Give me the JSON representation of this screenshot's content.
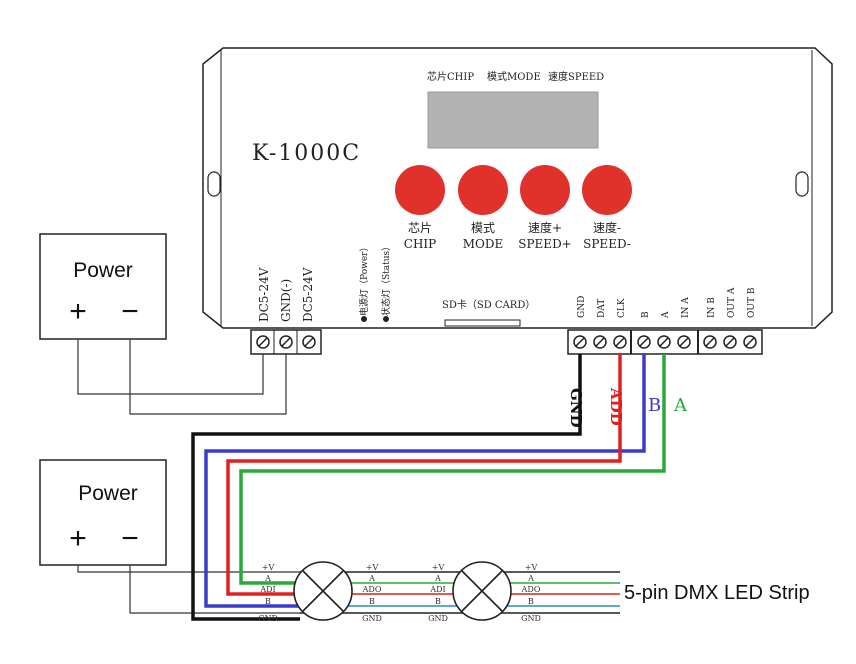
{
  "controller": {
    "model": "K-1000C",
    "display_labels": [
      "芯片CHIP",
      "模式MODE",
      "速度SPEED"
    ],
    "buttons": [
      {
        "cn": "芯片",
        "en": "CHIP",
        "color": "#e0322b"
      },
      {
        "cn": "模式",
        "en": "MODE",
        "color": "#e0322b"
      },
      {
        "cn": "速度+",
        "en": "SPEED+",
        "color": "#e0322b"
      },
      {
        "cn": "速度-",
        "en": "SPEED-",
        "color": "#e0322b"
      }
    ],
    "power_terminals": [
      "DC5-24V",
      "GND(-)",
      "DC5-24V"
    ],
    "indicator_labels": [
      "电源灯（Power）",
      "状态灯（Status）"
    ],
    "sd_label": "SD卡（SD CARD）",
    "signal_terminals_1": [
      "GND",
      "DAT",
      "CLK"
    ],
    "signal_terminals_2": [
      "B",
      "A",
      "IN A"
    ],
    "signal_terminals_3": [
      "IN B",
      "OUT A",
      "OUT B"
    ]
  },
  "power_supplies": [
    {
      "title": "Power",
      "plus": "+",
      "minus": "−"
    },
    {
      "title": "Power",
      "plus": "+",
      "minus": "−"
    }
  ],
  "wire_labels": {
    "gnd": "GND",
    "add": "ADD",
    "b": "B",
    "a": "A"
  },
  "strip": {
    "title": "5-pin DMX LED Strip",
    "left_pins": [
      "+V",
      "A",
      "ADI",
      "B",
      "GND"
    ],
    "right_pins": [
      "+V",
      "A",
      "ADO",
      "B",
      "GND"
    ]
  },
  "colors": {
    "gnd_wire": "#111111",
    "add_wire": "#e02020",
    "b_wire": "#3a3ad0",
    "a_wire": "#2aa83a",
    "b_strip_line": "#2a8ec0",
    "display": "#b3b3b3"
  }
}
